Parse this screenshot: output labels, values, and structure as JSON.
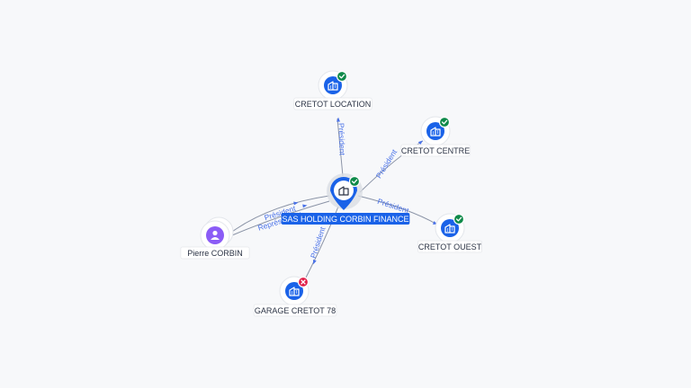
{
  "graph": {
    "center": {
      "label": "SAS HOLDING CORBIN FINANCE",
      "status": "active"
    },
    "nodes": [
      {
        "id": "location",
        "label": "CRETOT LOCATION",
        "type": "company",
        "status": "active"
      },
      {
        "id": "centre",
        "label": "CRETOT CENTRE",
        "type": "company",
        "status": "active"
      },
      {
        "id": "ouest",
        "label": "CRETOT OUEST",
        "type": "company",
        "status": "active"
      },
      {
        "id": "garage",
        "label": "GARAGE CRETOT 78",
        "type": "company",
        "status": "closed"
      },
      {
        "id": "pierre",
        "label": "Pierre CORBIN",
        "type": "person",
        "status": ""
      }
    ],
    "edges": [
      {
        "to": "location",
        "label": "Président"
      },
      {
        "to": "centre",
        "label": "Président"
      },
      {
        "to": "ouest",
        "label": "Président"
      },
      {
        "to": "garage",
        "label": "Président"
      },
      {
        "to": "pierre",
        "label": "Président"
      },
      {
        "to": "pierre",
        "label": "Représentant"
      }
    ]
  },
  "colors": {
    "accent": "#1a62e8",
    "person": "#8b5cf6",
    "active_badge": "#0f8a4a",
    "closed_badge": "#e11d48",
    "edge_label": "#4a72e8",
    "background": "#f7f8fa"
  },
  "icons": {
    "company": "building-icon",
    "person": "person-icon",
    "active": "check-badge-icon",
    "closed": "cross-badge-icon"
  }
}
